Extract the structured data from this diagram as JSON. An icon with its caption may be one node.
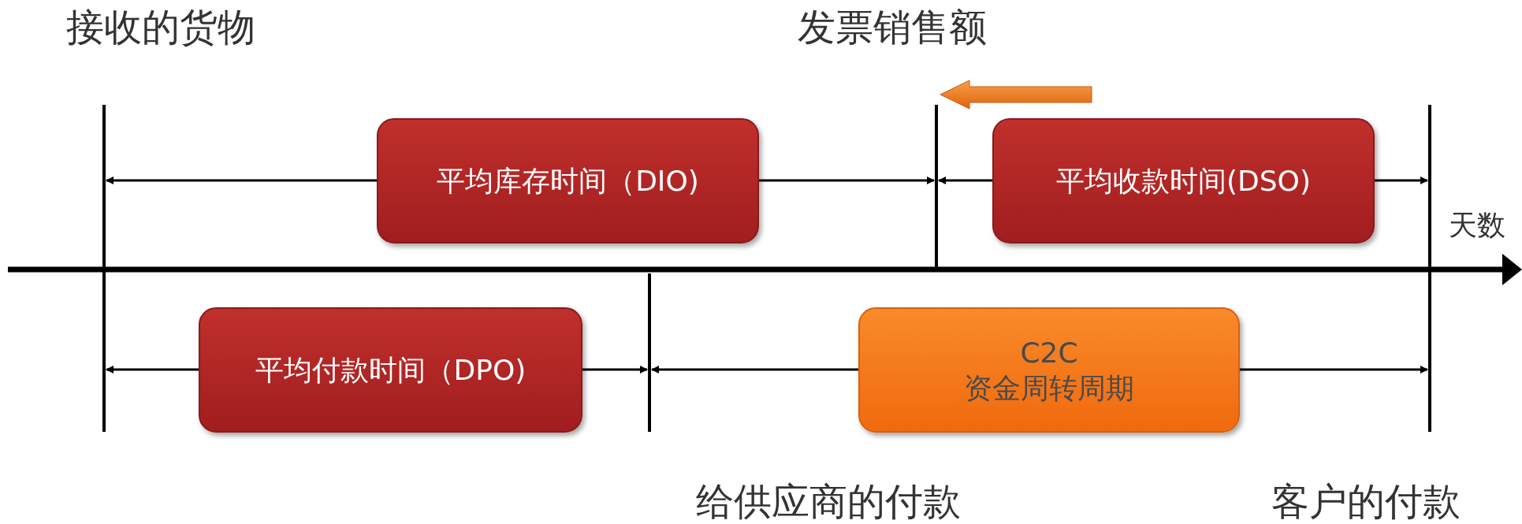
{
  "diagram": {
    "nodes": [
      {
        "text": [
          "平均库存时间（DIO)"
        ]
      },
      {
        "text": [
          "平均收款时间(DSO)"
        ]
      },
      {
        "text": [
          "平均付款时间（DPO)"
        ]
      },
      {
        "text": [
          "C2C",
          "资金周转周期"
        ]
      }
    ],
    "labels": [
      "接收的货物",
      "发票销售额",
      "天数",
      "给供应商的付款",
      "客户的付款"
    ]
  }
}
